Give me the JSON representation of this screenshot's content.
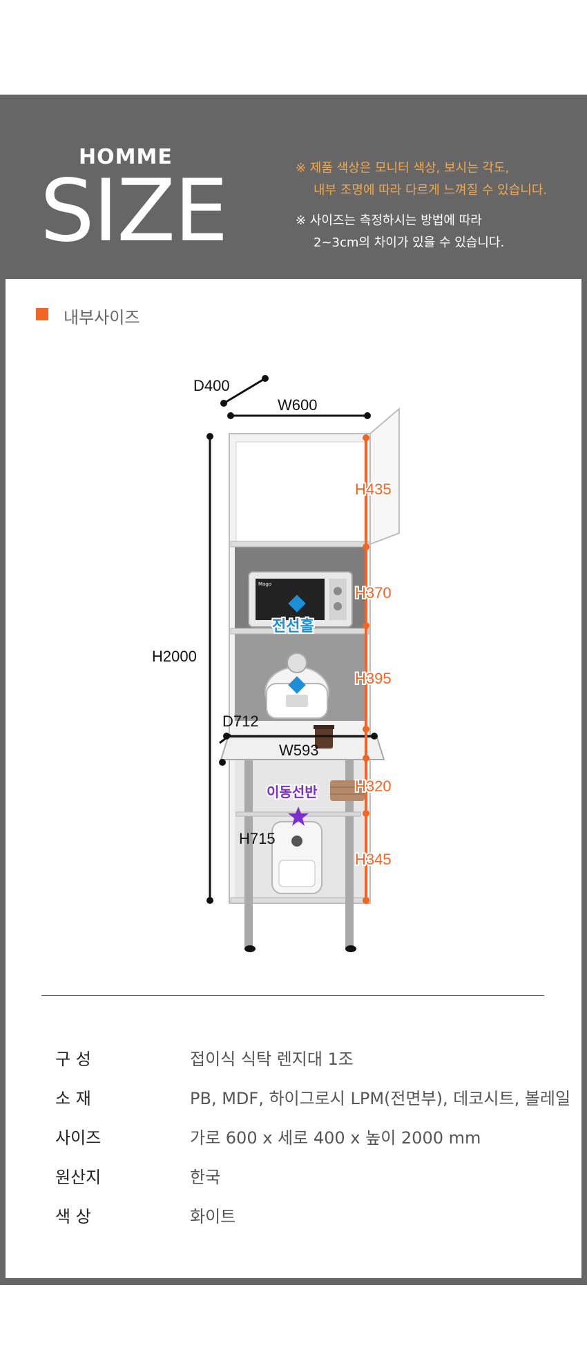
{
  "header": {
    "brand": "HOMME",
    "title": "SIZE",
    "notes": [
      {
        "line1": "※ 제품 색상은 모니터 색상, 보시는 각도,",
        "line2": "내부 조명에 따라 다르게 느껴질 수 있습니다.",
        "color": "#f2a84c"
      },
      {
        "line1": "※ 사이즈는 측정하시는 방법에 따라",
        "line2": "2~3cm의 차이가 있을 수 있습니다.",
        "color": "#ffffff"
      }
    ]
  },
  "section": {
    "title": "내부사이즈",
    "bullet_color": "#f26522"
  },
  "diagram": {
    "dimensions": {
      "depth_top": "D400",
      "width_top": "W600",
      "height_total": "H2000",
      "h435": "H435",
      "h370": "H370",
      "h395": "H395",
      "h320": "H320",
      "h345": "H345",
      "depth_table": "D712",
      "width_table": "W593",
      "height_table": "H715"
    },
    "callouts": {
      "cable_hole": "전선홀",
      "movable_shelf": "이동선반"
    },
    "colors": {
      "accent": "#f26522",
      "cable": "#1e8fd6",
      "shelf": "#7a2fc9"
    },
    "microwave_brand": "Mago"
  },
  "specs": [
    {
      "label": "구 성",
      "value": "접이식 식탁 렌지대 1조"
    },
    {
      "label": "소 재",
      "value": "PB, MDF, 하이그로시 LPM(전면부), 데코시트, 볼레일"
    },
    {
      "label": "사이즈",
      "value": "가로 600 x 세로 400 x 높이 2000 mm"
    },
    {
      "label": "원산지",
      "value": "한국"
    },
    {
      "label": "색 상",
      "value": "화이트"
    }
  ]
}
